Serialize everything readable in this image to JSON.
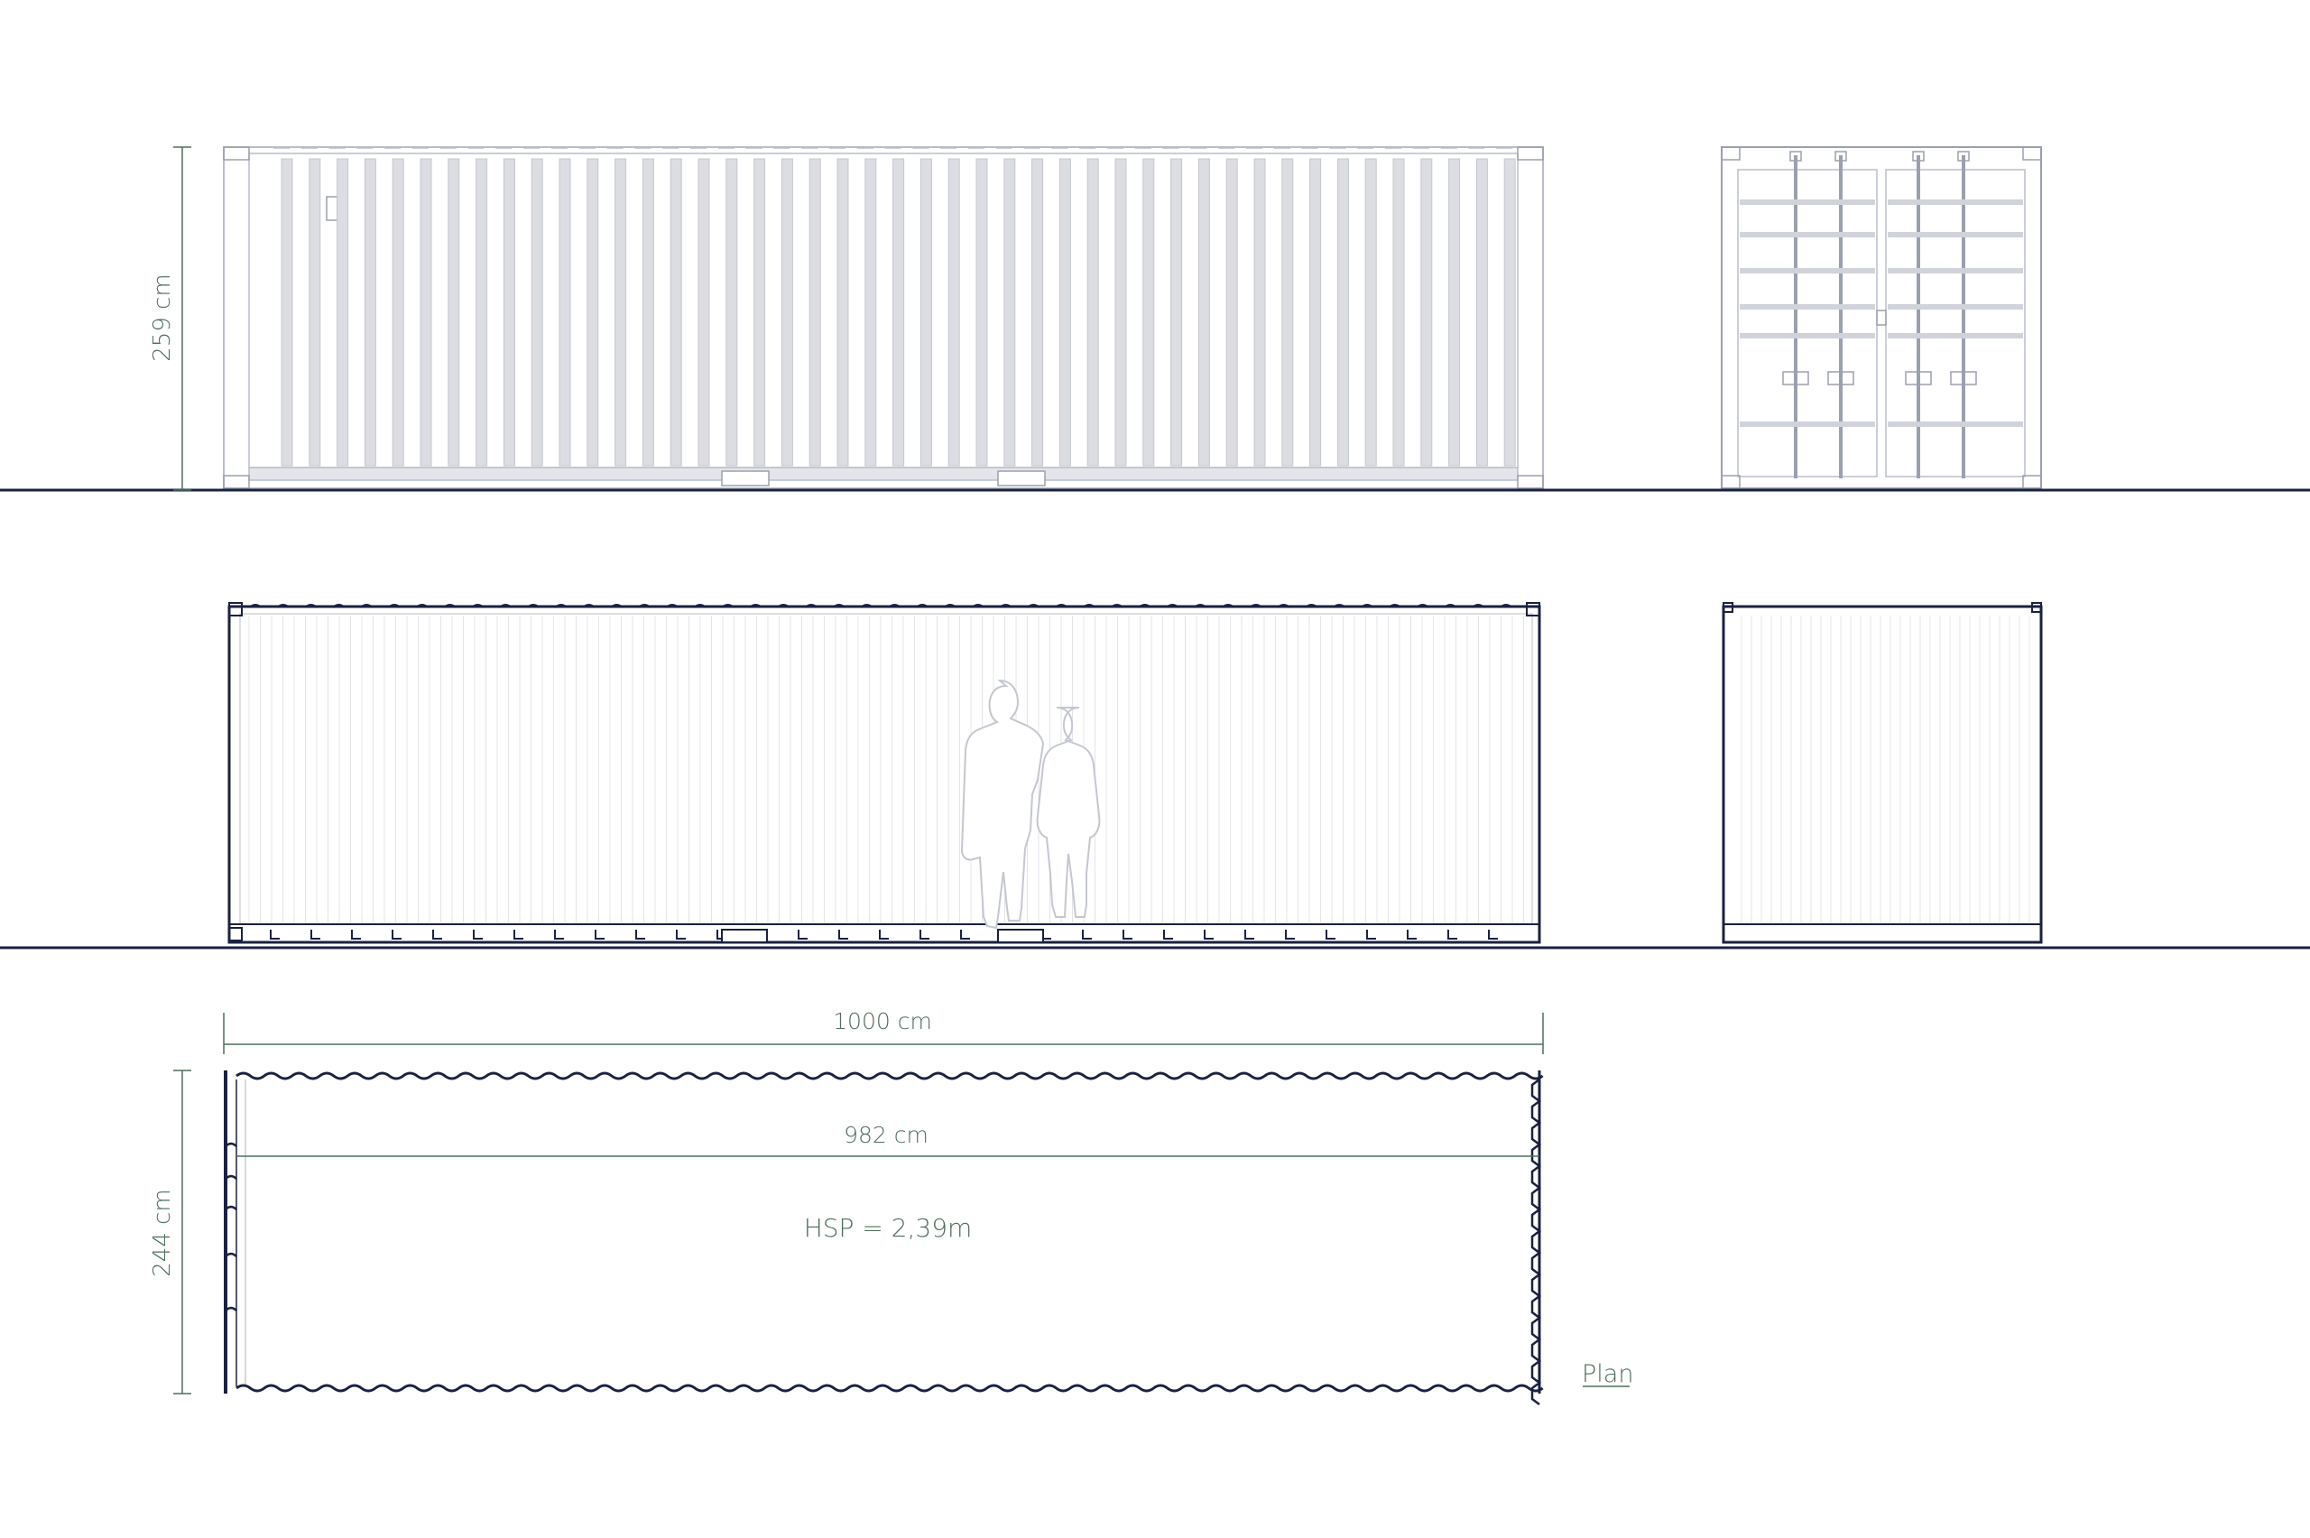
{
  "dimensions": {
    "height_side": "259 cm",
    "length_outer": "1000 cm",
    "length_inner": "982 cm",
    "width_plan": "244 cm",
    "hsp": "HSP = 2,39m"
  },
  "plan_link": "Plan",
  "colors": {
    "navy": "#1b2140",
    "light_line": "#b9bdc8",
    "dim_green": "#4f6e5c",
    "corrugation_fill": "#dcdde2"
  }
}
